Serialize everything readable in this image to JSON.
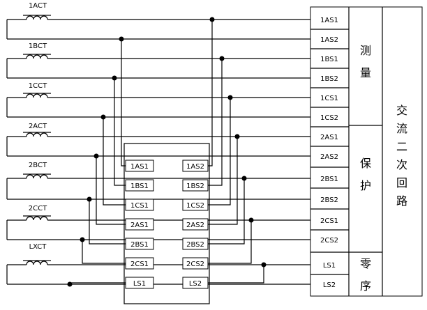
{
  "ct_labels": [
    "1ACT",
    "1BCT",
    "1CCT",
    "2ACT",
    "2BCT",
    "2CCT",
    "LXCT"
  ],
  "inner_left": [
    "1AS1",
    "1BS1",
    "1CS1",
    "2AS1",
    "2BS1",
    "2CS1",
    "LS1"
  ],
  "inner_right": [
    "1AS2",
    "1BS2",
    "1CS2",
    "2AS2",
    "2BS2",
    "2CS2",
    "LS2"
  ],
  "panel_terminals": [
    "1AS1",
    "1AS2",
    "1BS1",
    "1BS2",
    "1CS1",
    "1CS2",
    "2AS1",
    "2AS2",
    "2BS1",
    "2BS2",
    "2CS1",
    "2CS2",
    "LS1",
    "LS2"
  ],
  "groups": {
    "measure": [
      "测",
      "量"
    ],
    "protect": [
      "保",
      "护"
    ],
    "zero": [
      "零",
      "序"
    ]
  },
  "main_title_chars": [
    "交",
    "流",
    "二",
    "次",
    "回",
    "路"
  ]
}
